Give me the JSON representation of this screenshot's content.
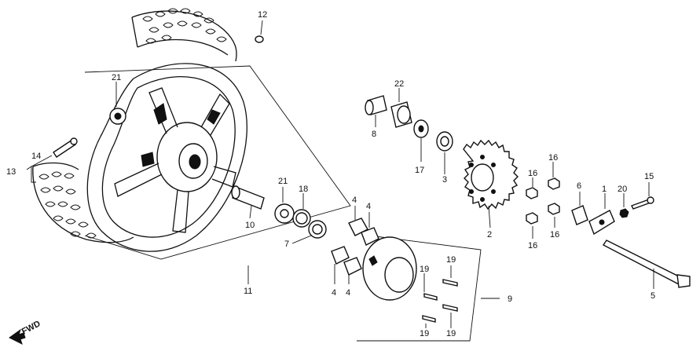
{
  "diagram": {
    "callouts": [
      "12",
      "21",
      "14",
      "13",
      "22",
      "8",
      "17",
      "3",
      "16",
      "16",
      "16",
      "16",
      "6",
      "1",
      "20",
      "15",
      "21",
      "18",
      "10",
      "7",
      "4",
      "4",
      "4",
      "4",
      "19",
      "19",
      "19",
      "19",
      "2",
      "9",
      "11",
      "5"
    ],
    "fwd_label": "FWD"
  }
}
